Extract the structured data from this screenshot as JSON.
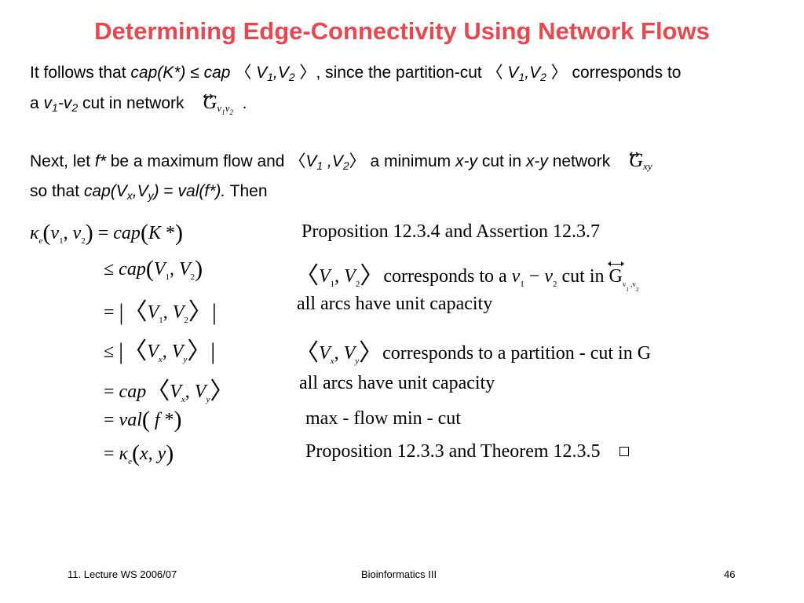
{
  "title": "Determining Edge-Connectivity Using Network Flows",
  "para1": {
    "t1": "It follows that ",
    "t2": "cap(K*)",
    "t3": " ≤ ",
    "t4": "cap",
    "t5": ", since the partition-cut ",
    "t6": " corresponds to",
    "t7": "a ",
    "t8": " cut in network",
    "t9": "."
  },
  "para2": {
    "t1": "Next, let ",
    "t2": "f*",
    "t3": " be a maximum flow and ",
    "t4": " a minimum ",
    "t5": "x-y",
    "t6": " cut in ",
    "t7": " network",
    "t8": "so that ",
    "t9": " = ",
    "t10": "val(f*).",
    "t11": "  Then"
  },
  "symbols": {
    "V": "V",
    "v": "v",
    "one": "1",
    "two": "2",
    "x": "x",
    "y": "y",
    "langle": "〈",
    "rangle": "〉",
    "G": "G",
    "arrow": "↔",
    "dash": "-",
    "comma": ",",
    "capxy": "cap(V",
    "kappa": "κ",
    "e": "e"
  },
  "derivation": [
    {
      "lhs": "κe(v1, v2) = cap(K*)",
      "reason": "Proposition 12.3.4 and Assertion 12.3.7"
    },
    {
      "lhs": "≤ cap(V1, V2)",
      "reason_pre": "〈V1, V2〉 corresponds to a v1 − v2 cut in G",
      "sub": "v1, v2"
    },
    {
      "lhs": "= |〈V1, V2〉|",
      "reason": "all arcs have unit capacity"
    },
    {
      "lhs": "≤ |〈Vx, Vy〉|",
      "reason": "〈Vx, Vy〉 corresponds to a partition - cut in G"
    },
    {
      "lhs": "= cap〈Vx, Vy〉",
      "reason": "all arcs have unit capacity"
    },
    {
      "lhs": "= val(f*)",
      "reason": "max - flow min - cut"
    },
    {
      "lhs": "= κe(x, y)",
      "reason": "Proposition 12.3.3 and Theorem 12.3.5"
    }
  ],
  "footer": {
    "left": "11.  Lecture WS 2006/07",
    "center": "Bioinformatics III",
    "right": "46"
  }
}
